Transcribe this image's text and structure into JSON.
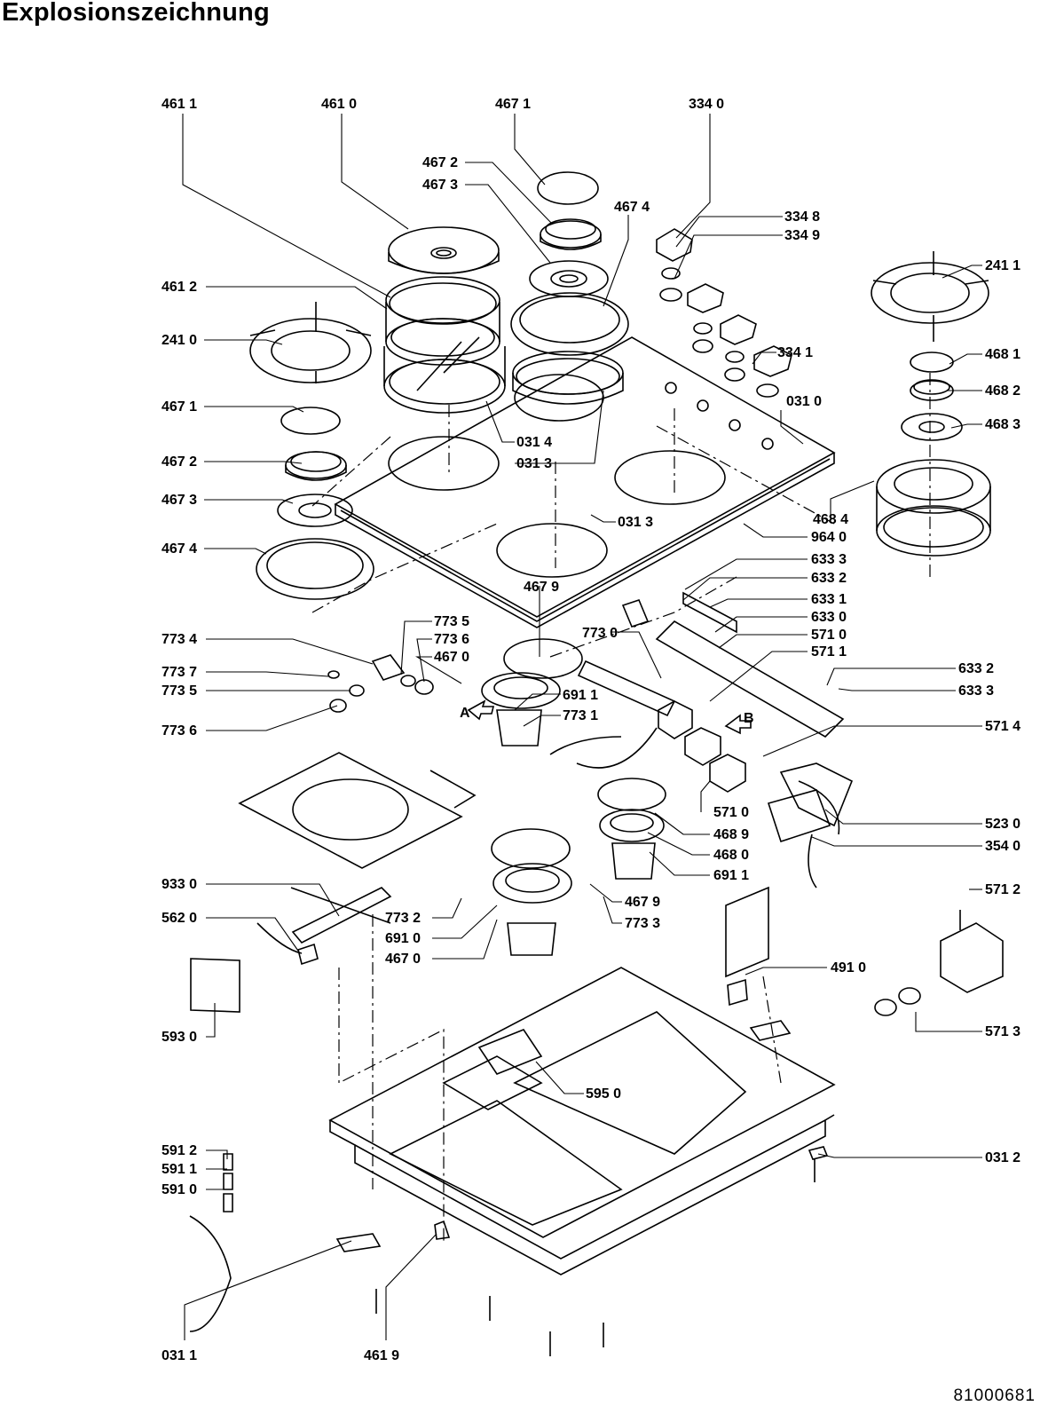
{
  "title": "Explosionszeichnung",
  "drawing_number": "81000681",
  "part_labels": [
    "461 1",
    "461 0",
    "467 1",
    "334 0",
    "467 2",
    "467 3",
    "467 4",
    "334 8",
    "334 9",
    "461 2",
    "241 1",
    "241 0",
    "334 1",
    "468 1",
    "467 1",
    "468 2",
    "031 0",
    "468 3",
    "031 4",
    "467 2",
    "031 3",
    "467 3",
    "031 3",
    "468 4",
    "467 4",
    "964 0",
    "633 3",
    "633 2",
    "467 9",
    "633 1",
    "773 5",
    "773 0",
    "633 0",
    "773 4",
    "773 6",
    "571 0",
    "467 0",
    "571 1",
    "773 7",
    "633 2",
    "773 5",
    "633 3",
    "691 1",
    "773 1",
    "773 6",
    "571 4",
    "571 0",
    "523 0",
    "468 9",
    "354 0",
    "468 0",
    "691 1",
    "933 0",
    "571 2",
    "467 9",
    "773 2",
    "562 0",
    "773 3",
    "691 0",
    "467 0",
    "491 0",
    "593 0",
    "571 3",
    "595 0",
    "591 2",
    "031 2",
    "591 1",
    "591 0",
    "031 1",
    "461 9"
  ],
  "section_markers": [
    "A",
    "B"
  ]
}
